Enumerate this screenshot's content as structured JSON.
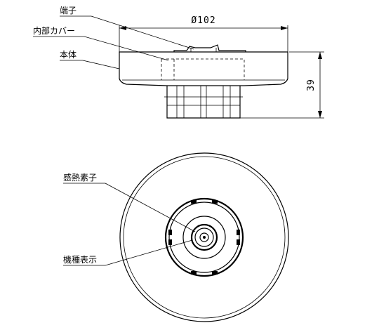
{
  "side_view": {
    "callouts": {
      "terminal": "端子",
      "inner_cover": "内部カバー",
      "body": "本体"
    },
    "dimensions": {
      "diameter": "Ø102",
      "height": "39"
    }
  },
  "bottom_view": {
    "callouts": {
      "heat_sensing_element": "感熱素子",
      "model_indication": "機種表示"
    }
  }
}
